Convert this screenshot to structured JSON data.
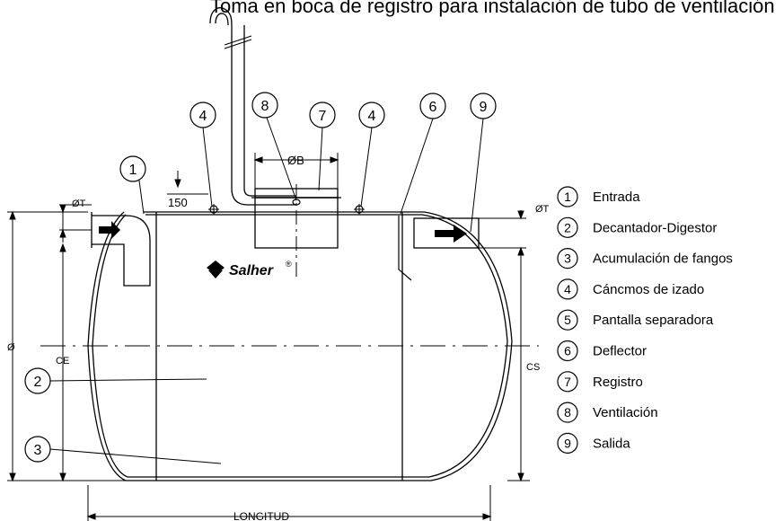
{
  "header": {
    "title": "Toma en boca de registro para instalación de tubo de ventilación"
  },
  "brand": {
    "name": "Salher",
    "mark": "®"
  },
  "dimensions": {
    "diameter_T_left": "ØT",
    "diameter_T_right": "ØT",
    "diameter_B": "ØB",
    "gap_150": "150",
    "overall_diameter": "Ø",
    "inlet_height": "CE",
    "outlet_height": "CS",
    "length": "LONGITUD"
  },
  "callouts": {
    "c1": "1",
    "c2": "2",
    "c3": "3",
    "c4a": "4",
    "c4b": "4",
    "c6": "6",
    "c7": "7",
    "c8": "8",
    "c9": "9"
  },
  "legend": [
    {
      "num": "1",
      "label": "Entrada"
    },
    {
      "num": "2",
      "label": "Decantador-Digestor"
    },
    {
      "num": "3",
      "label": "Acumulación de fangos"
    },
    {
      "num": "4",
      "label": "Cáncmos de izado"
    },
    {
      "num": "5",
      "label": "Pantalla separadora"
    },
    {
      "num": "6",
      "label": "Deflector"
    },
    {
      "num": "7",
      "label": "Registro"
    },
    {
      "num": "8",
      "label": "Ventilación"
    },
    {
      "num": "9",
      "label": "Salida"
    }
  ],
  "colors": {
    "line": "#000000",
    "background": "#ffffff"
  }
}
